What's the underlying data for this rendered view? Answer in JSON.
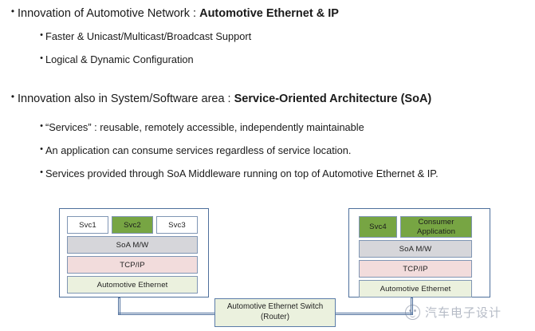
{
  "slide": {
    "bullets": [
      {
        "level": 1,
        "marker": "•",
        "plain": "Innovation of Automotive Network : ",
        "emphasis": "Automotive Ethernet & IP"
      },
      {
        "level": 2,
        "marker": "•",
        "plain": "Faster & Unicast/Multicast/Broadcast Support",
        "emphasis": ""
      },
      {
        "level": 2,
        "marker": "•",
        "plain": "Logical & Dynamic Configuration",
        "emphasis": ""
      },
      {
        "level": 1,
        "marker": "•",
        "plain": "Innovation also in System/Software area : ",
        "emphasis": "Service-Oriented Architecture (SoA)"
      },
      {
        "level": 2,
        "marker": "•",
        "plain": "“Services” : reusable, remotely accessible, independently maintainable",
        "emphasis": ""
      },
      {
        "level": 2,
        "marker": "•",
        "plain": "An application can consume services regardless of service location.",
        "emphasis": ""
      },
      {
        "level": 2,
        "marker": "•",
        "plain": "Services provided through SoA Middleware running on top of Automotive Ethernet & IP.",
        "emphasis": ""
      }
    ]
  },
  "diagram": {
    "left_node": {
      "services": [
        {
          "label": "Svc1",
          "style": "white"
        },
        {
          "label": "Svc2",
          "style": "green"
        },
        {
          "label": "Svc3",
          "style": "white"
        }
      ],
      "stack": [
        {
          "label": "SoA M/W",
          "style": "gray"
        },
        {
          "label": "TCP/IP",
          "style": "pink"
        },
        {
          "label": "Automotive Ethernet",
          "style": "olive"
        }
      ]
    },
    "right_node": {
      "services": [
        {
          "label": "Svc4",
          "style": "green"
        },
        {
          "label_line1": "Consumer",
          "label_line2": "Application",
          "style": "green"
        }
      ],
      "stack": [
        {
          "label": "SoA M/W",
          "style": "gray"
        },
        {
          "label": "TCP/IP",
          "style": "pink"
        },
        {
          "label": "Automotive Ethernet",
          "style": "olive"
        }
      ]
    },
    "switch": {
      "line1": "Automotive Ethernet Switch",
      "line2": "(Router)"
    },
    "colors": {
      "node_border": "#4E6F9C",
      "layer_border": "#8096B4",
      "service_green": "#77A543",
      "middleware_gray": "#D6D6DA",
      "tcpip_pink": "#F2DCDC",
      "ethernet_olive": "#EBF1DE",
      "connector": "#4E6F9C"
    }
  },
  "watermark": {
    "text": "汽车电子设计",
    "icon": "smiley-circle-logo"
  }
}
